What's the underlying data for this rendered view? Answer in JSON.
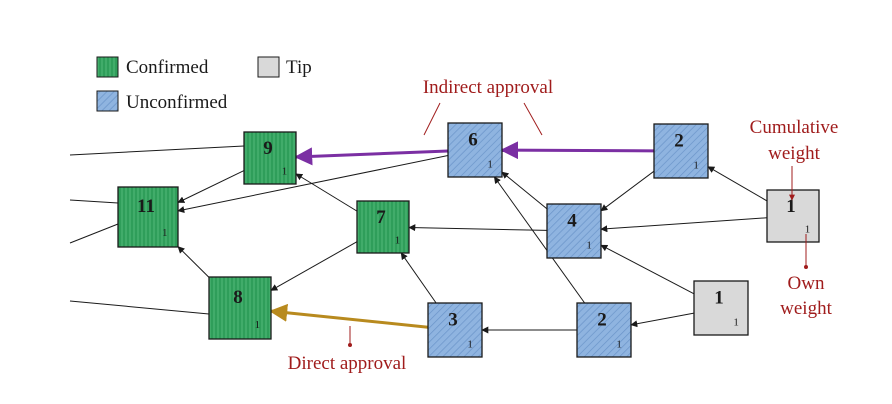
{
  "legend": {
    "confirmed_label": "Confirmed",
    "tip_label": "Tip",
    "unconfirmed_label": "Unconfirmed"
  },
  "annotations": {
    "indirect_approval": "Indirect approval",
    "direct_approval": "Direct approval",
    "cumulative_weight_line1": "Cumulative",
    "cumulative_weight_line2": "weight",
    "own_weight_line1": "Own",
    "own_weight_line2": "weight"
  },
  "colors": {
    "confirmed_fill": "#2f9e5a",
    "unconfirmed_fill": "#8fb4e0",
    "tip_fill": "#d9d9d9",
    "annotation_text": "#a01c1c",
    "indirect_arrow": "#7b2fa3",
    "direct_arrow": "#b88a1e",
    "edge": "#1a1a1a"
  },
  "nodes": [
    {
      "id": "n9",
      "cumulative": "9",
      "own": "1",
      "status": "confirmed"
    },
    {
      "id": "n11",
      "cumulative": "11",
      "own": "1",
      "status": "confirmed"
    },
    {
      "id": "n7",
      "cumulative": "7",
      "own": "1",
      "status": "confirmed"
    },
    {
      "id": "n8",
      "cumulative": "8",
      "own": "1",
      "status": "confirmed"
    },
    {
      "id": "n6",
      "cumulative": "6",
      "own": "1",
      "status": "unconfirmed"
    },
    {
      "id": "n4",
      "cumulative": "4",
      "own": "1",
      "status": "unconfirmed"
    },
    {
      "id": "n3",
      "cumulative": "3",
      "own": "1",
      "status": "unconfirmed"
    },
    {
      "id": "n2a",
      "cumulative": "2",
      "own": "1",
      "status": "unconfirmed"
    },
    {
      "id": "n2b",
      "cumulative": "2",
      "own": "1",
      "status": "unconfirmed"
    },
    {
      "id": "n1a",
      "cumulative": "1",
      "own": "1",
      "status": "tip"
    },
    {
      "id": "n1b",
      "cumulative": "1",
      "own": "1",
      "status": "tip"
    }
  ],
  "edges": [
    {
      "from": "n9",
      "to": "n11",
      "kind": "normal"
    },
    {
      "from": "n8",
      "to": "n11",
      "kind": "normal"
    },
    {
      "from": "n6",
      "to": "n11",
      "kind": "normal"
    },
    {
      "from": "n7",
      "to": "n8",
      "kind": "normal"
    },
    {
      "from": "n7",
      "to": "n9",
      "kind": "normal"
    },
    {
      "from": "n6",
      "to": "n9",
      "kind": "indirect"
    },
    {
      "from": "n2a",
      "to": "n6",
      "kind": "indirect"
    },
    {
      "from": "n4",
      "to": "n6",
      "kind": "normal"
    },
    {
      "from": "n4",
      "to": "n7",
      "kind": "normal"
    },
    {
      "from": "n3",
      "to": "n7",
      "kind": "normal"
    },
    {
      "from": "n3",
      "to": "n8",
      "kind": "direct"
    },
    {
      "from": "n2b",
      "to": "n3",
      "kind": "normal"
    },
    {
      "from": "n2b",
      "to": "n6",
      "kind": "normal"
    },
    {
      "from": "n2a",
      "to": "n4",
      "kind": "normal"
    },
    {
      "from": "n1a",
      "to": "n2a",
      "kind": "normal"
    },
    {
      "from": "n1a",
      "to": "n4",
      "kind": "normal"
    },
    {
      "from": "n1b",
      "to": "n4",
      "kind": "normal"
    },
    {
      "from": "n1b",
      "to": "n2b",
      "kind": "normal"
    }
  ]
}
